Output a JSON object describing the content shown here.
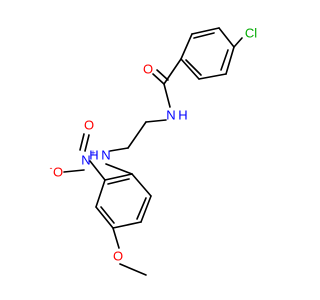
{
  "colors": {
    "carbon_bond": "#000000",
    "oxygen": "#ff0000",
    "nitrogen": "#0000ff",
    "chlorine": "#00aa00",
    "background": "#ffffff"
  },
  "atoms": {
    "cl": {
      "symbol": "Cl",
      "color": "chlorine"
    },
    "o_carbonyl": {
      "symbol": "O",
      "color": "oxygen"
    },
    "n_amide": {
      "symbol": "N",
      "h": "H",
      "color": "nitrogen"
    },
    "n_amine": {
      "symbol": "N",
      "h": "H",
      "color": "nitrogen"
    },
    "n_nitro": {
      "symbol": "N",
      "charge": "+",
      "color": "nitrogen"
    },
    "o_nitro_double": {
      "symbol": "O",
      "color": "oxygen"
    },
    "o_nitro_single": {
      "symbol": "O",
      "charge": "-",
      "color": "oxygen"
    },
    "o_methoxy": {
      "symbol": "O",
      "color": "oxygen"
    }
  }
}
